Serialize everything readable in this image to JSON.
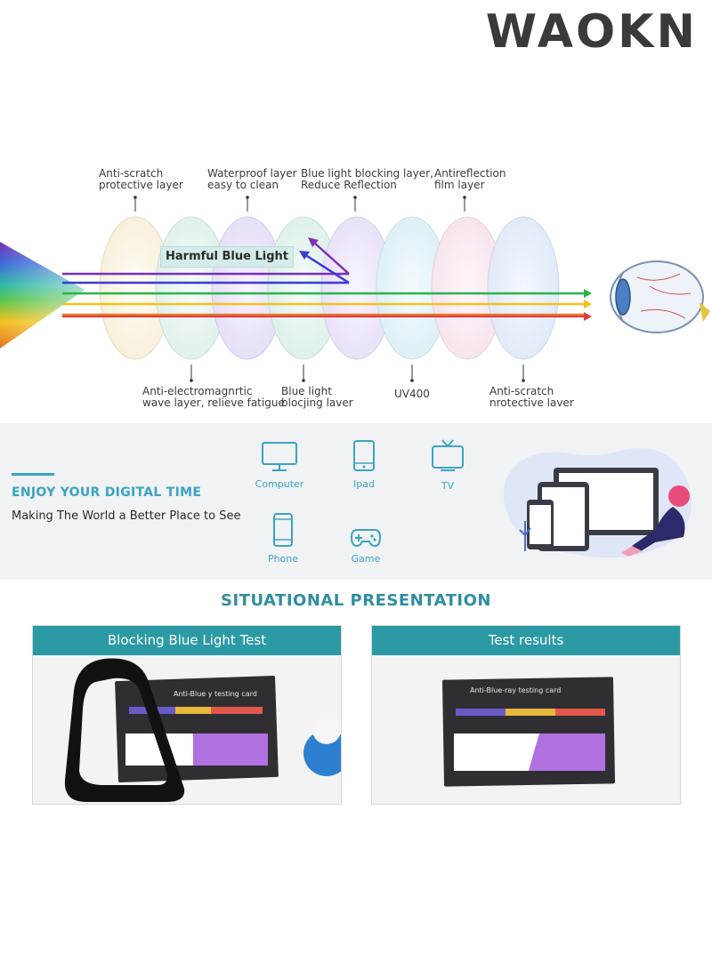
{
  "brand": "WAOKN",
  "diagram": {
    "harmful_label": "Harmful Blue Light",
    "top_labels": [
      {
        "line1": "Anti-scratch",
        "line2": "protective layer"
      },
      {
        "line1": "Waterproof layer",
        "line2": "easy to clean"
      },
      {
        "line1": "Blue light blocking layer,",
        "line2": "Reduce Reflection"
      },
      {
        "line1": "Antireflection",
        "line2": "film layer"
      }
    ],
    "bottom_labels": [
      {
        "line1": "Anti-electromagnrtic",
        "line2": "wave layer, relieve fatigue"
      },
      {
        "line1": "Blue light",
        "line2": "blocjing laver"
      },
      {
        "line1": "UV400",
        "line2": ""
      },
      {
        "line1": "Anti-scratch",
        "line2": "nrotective laver"
      }
    ],
    "beam_colors": [
      "#7b2fb8",
      "#3a3ad8",
      "#2db34a",
      "#f2c21c",
      "#e8782a",
      "#e23a3a"
    ]
  },
  "digital": {
    "title": "ENJOY YOUR DIGITAL TIME",
    "subtitle": "Making The World a Better Place to See",
    "devices": [
      {
        "label": "Computer",
        "icon": "computer-icon"
      },
      {
        "label": "Ipad",
        "icon": "tablet-icon"
      },
      {
        "label": "TV",
        "icon": "tv-icon"
      },
      {
        "label": "Phone",
        "icon": "phone-icon"
      },
      {
        "label": "Game",
        "icon": "gamepad-icon"
      }
    ],
    "accent": "#3aa4c3"
  },
  "situational": {
    "title": "SITUATIONAL PRESENTATION",
    "panels": [
      {
        "heading": "Blocking Blue Light Test",
        "card_title": "Anti-Blue  y testing card"
      },
      {
        "heading": "Test results",
        "card_title": "Anti-Blue-ray testing card"
      }
    ],
    "accent": "#2b9aa5"
  }
}
